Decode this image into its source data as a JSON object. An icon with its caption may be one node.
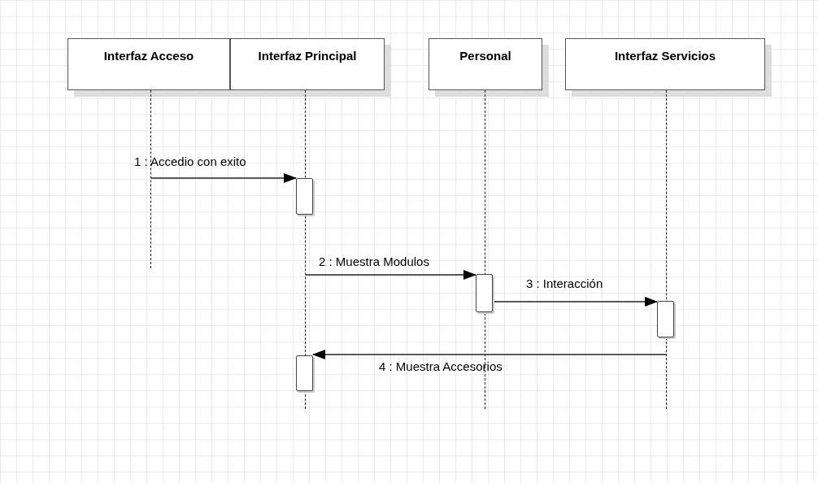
{
  "diagram": {
    "nodes": [
      {
        "text": [
          "Interfaz Acceso"
        ]
      },
      {
        "text": [
          "Interfaz Principal"
        ]
      },
      {
        "text": [
          "Personal"
        ]
      },
      {
        "text": [
          "Interfaz Servicios"
        ]
      },
      {
        "text": [],
        "shape": "line"
      },
      {
        "text": [],
        "shape": "line"
      },
      {
        "text": [],
        "shape": "line"
      },
      {
        "text": [],
        "shape": "line"
      },
      {
        "text": [],
        "shape": "bar"
      },
      {
        "text": [],
        "shape": "bar"
      },
      {
        "text": [],
        "shape": "bar"
      },
      {
        "text": [],
        "shape": "bar"
      }
    ],
    "edges": [
      {
        "from": 4,
        "to": 8,
        "arrow": "to",
        "label": "1 : Accedio con exito"
      },
      {
        "from": 5,
        "to": 9,
        "arrow": "to",
        "label": "2 : Muestra Modulos"
      },
      {
        "from": 9,
        "to": 10,
        "arrow": "to",
        "label": "3 : Interacción"
      },
      {
        "from": 7,
        "to": 11,
        "arrow": "to",
        "label": "4 : Muestra Accesorios"
      }
    ]
  }
}
